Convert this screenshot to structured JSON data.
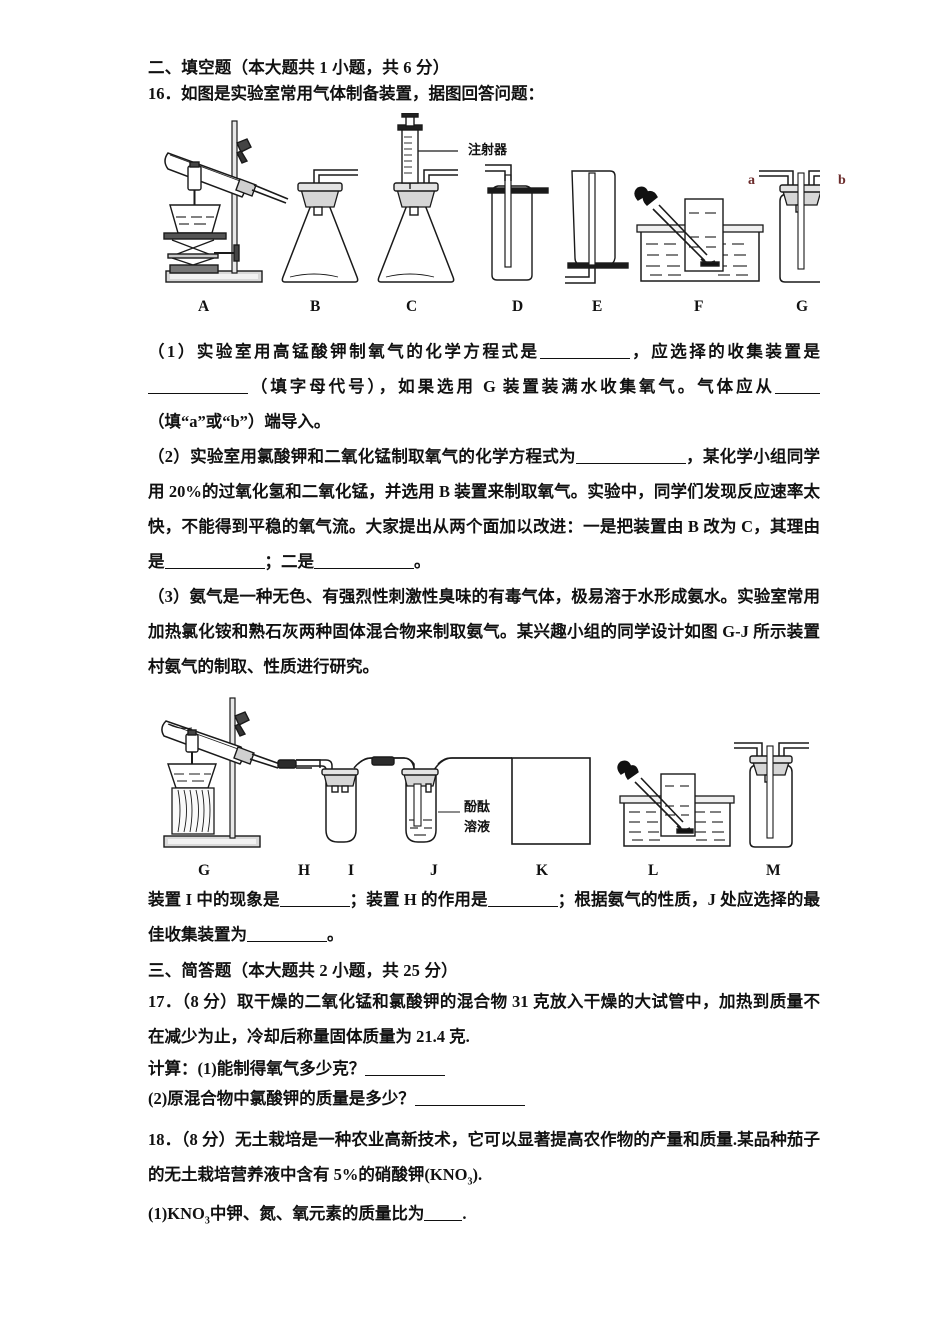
{
  "section2": {
    "heading": "二、填空题（本大题共 1 小题，共 6 分）",
    "q16_stem": "16．如图是实验室常用气体制备装置，据图回答问题："
  },
  "figure1": {
    "labels": [
      "A",
      "B",
      "C",
      "D",
      "E",
      "F",
      "G"
    ],
    "annotations": {
      "syringe": "注射器",
      "port_a": "a",
      "port_b": "b"
    }
  },
  "figure2": {
    "labels": [
      "G",
      "H",
      "I",
      "J",
      "K",
      "L",
      "M"
    ],
    "annotations": {
      "phenolphthalein_line1": "酚酞",
      "phenolphthalein_line2": "溶液"
    }
  },
  "q16": {
    "p1_a": "（1）实验室用高锰酸钾制氧气的化学方程式是",
    "p1_b": "，应选择的收集装置是",
    "p1_c": "（填字母代号），如果选用 G 装置装满水收集氧气。气体应从",
    "p1_d": "（填“a”或“b”）端导入。",
    "p2_a": "（2）实验室用氯酸钾和二氧化锰制取氧气的化学方程式为",
    "p2_b": "，某化学小组同学用 20%的过氧化氢和二氧化锰，并选用 B 装置来制取氧气。实验中，同学们发现反应速率太快，不能得到平稳的氧气流。大家提出从两个面加以改进：一是把装置由 B 改为 C，其理由是",
    "p2_c": "；二是",
    "p2_d": "。",
    "p3": "（3）氨气是一种无色、有强烈性刺激性臭味的有毒气体，极易溶于水形成氨水。实验室常用加热氯化铵和熟石灰两种固体混合物来制取氨气。某兴趣小组的同学设计如图 G-J 所示装置村氨气的制取、性质进行研究。",
    "p4_a": "装置 I 中的现象是",
    "p4_b": "；装置 H 的作用是",
    "p4_c": "；根据氨气的性质，J 处应选择的最佳收集装置为",
    "p4_d": "。"
  },
  "section3": {
    "heading": "三、简答题（本大题共 2 小题，共 25 分）",
    "q17_stem": "17．（8 分）取干燥的二氧化锰和氯酸钾的混合物 31 克放入干燥的大试管中，加热到质量不在减少为止，冷却后称量固体质量为 21.4 克.",
    "q17_sub1": "计算：(1)能制得氧气多少克？",
    "q17_sub2_a": "(2)原混合物中氯酸钾的质量是多少？",
    "q18_stem": "18．（8 分）无土栽培是一种农业高新技术，它可以显著提高农作物的产量和质量.某品种茄子的无土栽培营养液中含有 5%的硝酸钾(KNO",
    "q18_stem_sub": "3",
    "q18_stem_tail": ").",
    "q18_sub1_a": "(1)KNO",
    "q18_sub1_sub": "3",
    "q18_sub1_b": "中钾、氮、氧元素的质量比为",
    "q18_sub1_c": "."
  },
  "colors": {
    "ink": "#111111",
    "line": "#1a1a1a",
    "fill_light": "#f2f2f2",
    "fill_mid": "#d9d9d9",
    "fill_dark": "#555555"
  }
}
